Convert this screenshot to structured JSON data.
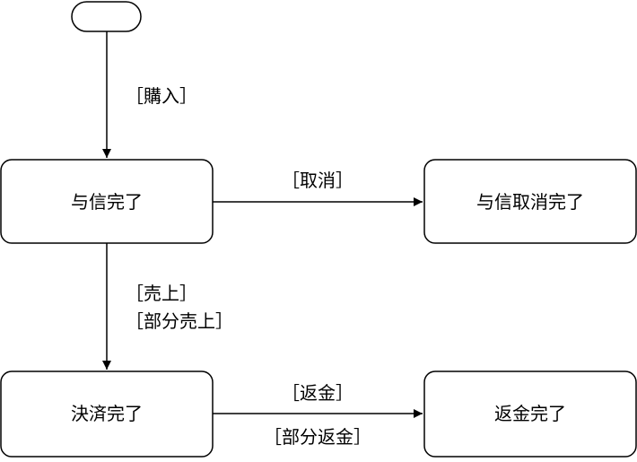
{
  "diagram": {
    "type": "state-diagram",
    "nodes": {
      "initial": {
        "label": ""
      },
      "authorized": {
        "label": "与信完了"
      },
      "auth_cancelled": {
        "label": "与信取消完了"
      },
      "settled": {
        "label": "決済完了"
      },
      "refunded": {
        "label": "返金完了"
      }
    },
    "edges": {
      "purchase": {
        "from": "initial",
        "to": "authorized",
        "labels": [
          "［購入］"
        ]
      },
      "cancel": {
        "from": "authorized",
        "to": "auth_cancelled",
        "labels": [
          "［取消］"
        ]
      },
      "sale": {
        "from": "authorized",
        "to": "settled",
        "labels": [
          "［売上］",
          "［部分売上］"
        ]
      },
      "refund": {
        "from": "settled",
        "to": "refunded",
        "labels": [
          "［返金］",
          "［部分返金］"
        ]
      }
    }
  }
}
